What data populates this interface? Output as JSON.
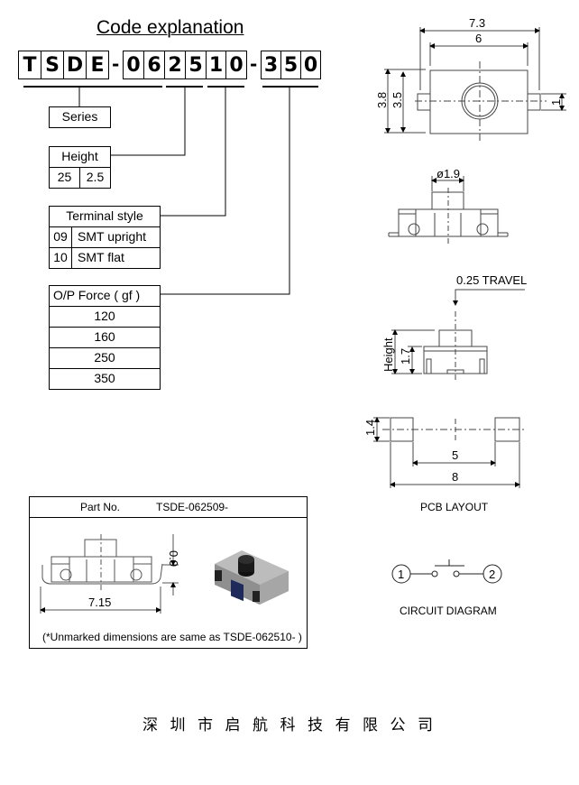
{
  "title": "Code explanation",
  "code": {
    "group1": [
      "T",
      "S",
      "D",
      "E"
    ],
    "group2": [
      "0",
      "6",
      "2",
      "5",
      "1",
      "0"
    ],
    "group3": [
      "3",
      "5",
      "0"
    ],
    "separator": "-"
  },
  "series": {
    "label": "Series"
  },
  "height": {
    "label": "Height",
    "code": "25",
    "value": "2.5"
  },
  "terminal": {
    "label": "Terminal style",
    "rows": [
      {
        "code": "09",
        "name": "SMT upright"
      },
      {
        "code": "10",
        "name": "SMT flat"
      }
    ]
  },
  "force": {
    "label": "O/P Force ( gf )",
    "values": [
      "120",
      "160",
      "250",
      "350"
    ]
  },
  "top_view": {
    "dim_total": "7.3",
    "dim_body": "6",
    "dim_h_outer": "3.8",
    "dim_h_inner": "3.5",
    "dim_tab": "1"
  },
  "side_view": {
    "dim_button": "ø1.9"
  },
  "travel_view": {
    "travel": "0.25  TRAVEL",
    "height_label": "Height",
    "dim_body": "1.7"
  },
  "pcb": {
    "dim_pad": "1.4",
    "dim_inner": "5",
    "dim_outer": "8",
    "caption": "PCB  LAYOUT"
  },
  "circuit": {
    "pin1": "1",
    "pin2": "2",
    "caption": "CIRCUIT  DIAGRAM"
  },
  "part_box": {
    "part_no_label": "Part No.",
    "part_no": "TSDE-062509-",
    "dim_width": "7.15",
    "dim_offset": "0.9",
    "footnote": "(*Unmarked dimensions are same as TSDE-062510-  )"
  },
  "company": "深圳市启航科技有限公司"
}
